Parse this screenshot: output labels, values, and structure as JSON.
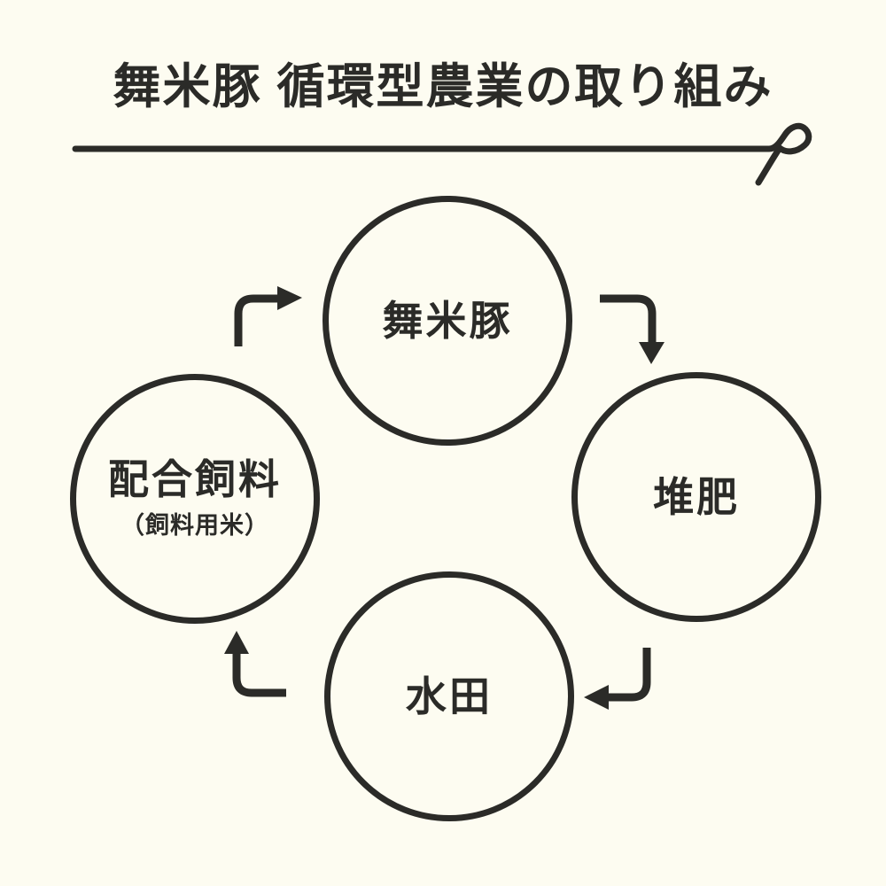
{
  "page": {
    "colors": {
      "background": "#fdfcf1",
      "ink": "#2b2b28"
    }
  },
  "header": {
    "title": "舞米豚 循環型農業の取り組み"
  },
  "diagram": {
    "type": "cycle",
    "nodes": [
      {
        "id": "maimaiton",
        "label": "舞米豚",
        "position": "top"
      },
      {
        "id": "taihi",
        "label": "堆肥",
        "position": "right"
      },
      {
        "id": "suiden",
        "label": "水田",
        "position": "bottom"
      },
      {
        "id": "haigo-shiryo",
        "label": "配合飼料",
        "sublabel": "（飼料用米）",
        "position": "left"
      }
    ],
    "flow": [
      {
        "from": "配合飼料（飼料用米）",
        "to": "舞米豚"
      },
      {
        "from": "舞米豚",
        "to": "堆肥"
      },
      {
        "from": "堆肥",
        "to": "水田"
      },
      {
        "from": "水田",
        "to": "配合飼料（飼料用米）"
      }
    ]
  }
}
